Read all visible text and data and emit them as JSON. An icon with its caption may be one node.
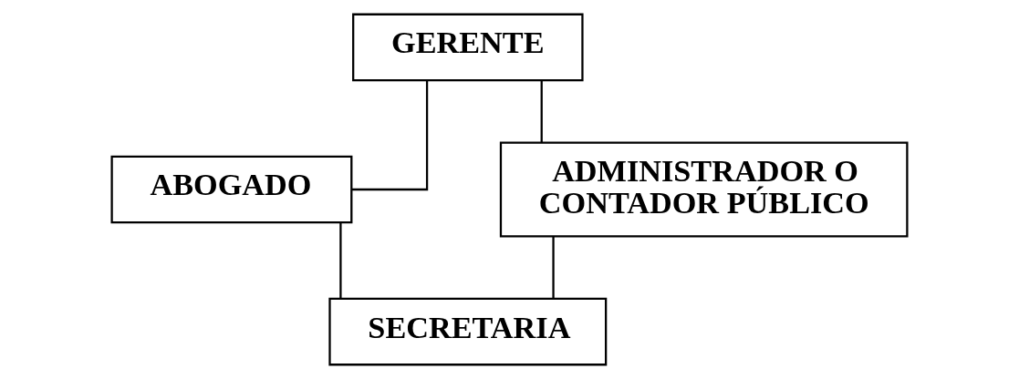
{
  "diagram": {
    "nodes": [
      {
        "text": [
          "GERENTE"
        ]
      },
      {
        "text": [
          "ABOGADO"
        ]
      },
      {
        "text": [
          "ADMINISTRADOR O CONTADOR PÚBLICO"
        ]
      },
      {
        "text": [
          "SECRETARIA"
        ]
      }
    ],
    "edges": [
      {
        "from": 0,
        "to": 1,
        "arrow": "none"
      },
      {
        "from": 0,
        "to": 2,
        "arrow": "none"
      },
      {
        "from": 1,
        "to": 3,
        "arrow": "none"
      },
      {
        "from": 2,
        "to": 3,
        "arrow": "none"
      }
    ]
  }
}
